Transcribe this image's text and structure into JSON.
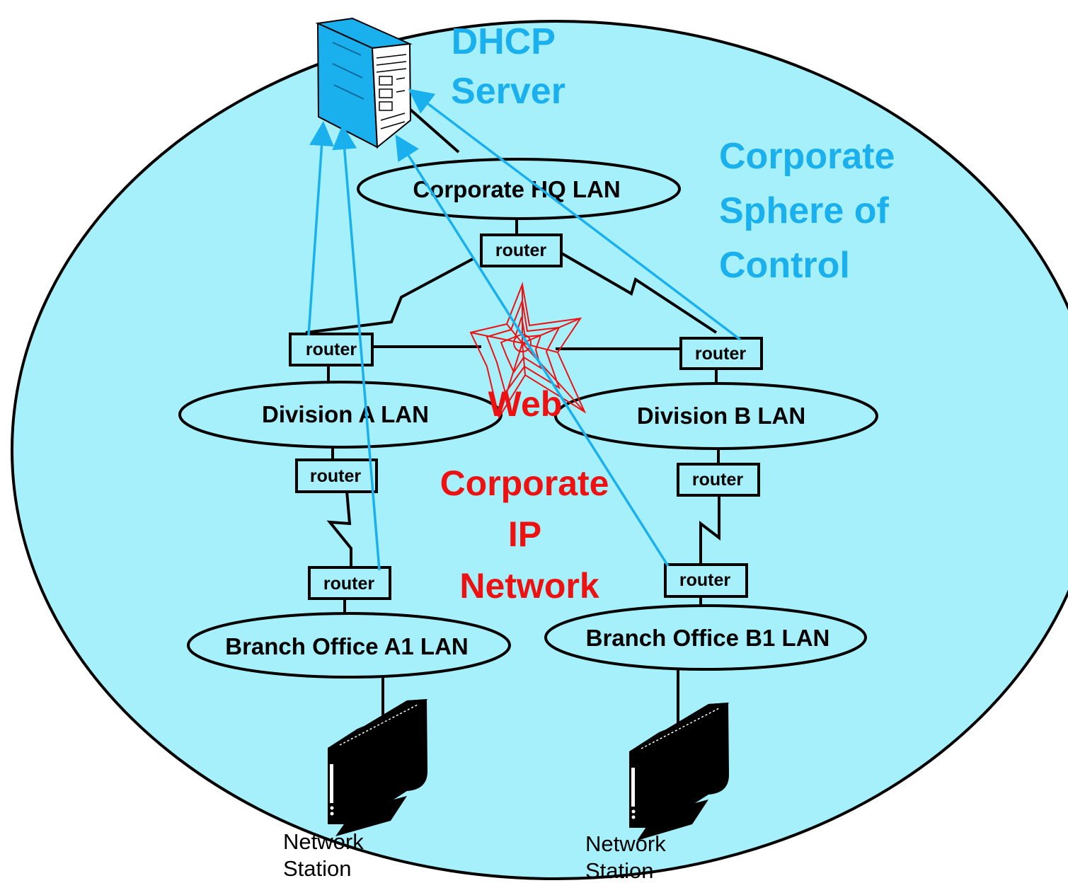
{
  "colors": {
    "sphere_fill": "#a6f0fc",
    "accent_blue": "#1ab0ee",
    "accent_red": "#ee1111",
    "outline": "#000000"
  },
  "server": {
    "title_line1": "DHCP",
    "title_line2": "Server",
    "icon": "server-tower-icon"
  },
  "sphere": {
    "line1": "Corporate",
    "line2": "Sphere of",
    "line3": "Control"
  },
  "network": {
    "web_label": "Web",
    "line1": "Corporate",
    "line2": "IP",
    "line3": "Network",
    "icon": "spider-web-icon"
  },
  "lans": {
    "hq": "Corporate HQ LAN",
    "division_a": "Division A LAN",
    "division_b": "Division B LAN",
    "branch_a1": "Branch Office A1 LAN",
    "branch_b1": "Branch Office B1 LAN"
  },
  "routers": {
    "hq": "router",
    "division_a": "router",
    "division_b": "router",
    "div_a_lower": "router",
    "div_b_lower": "router",
    "branch_a1": "router",
    "branch_b1": "router"
  },
  "stations": {
    "a": {
      "line1": "Network",
      "line2": "Station",
      "icon": "network-station-icon"
    },
    "b": {
      "line1": "Network",
      "line2": "Station",
      "icon": "network-station-icon"
    }
  }
}
